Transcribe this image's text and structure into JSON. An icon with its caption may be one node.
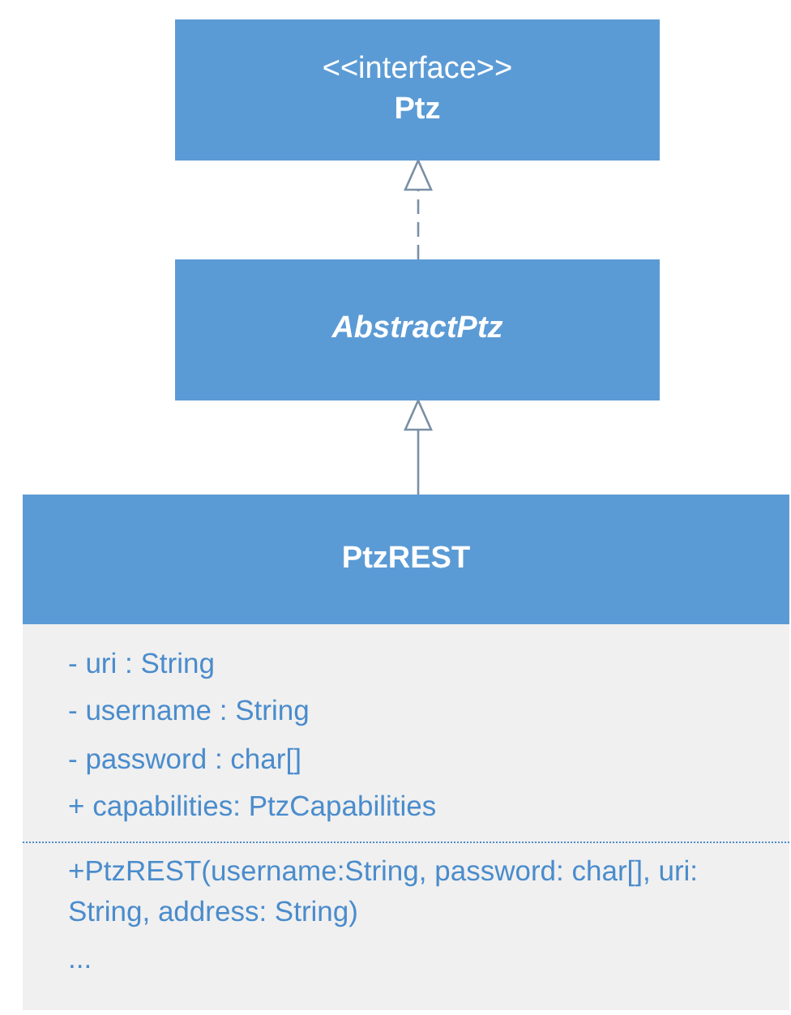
{
  "diagram": {
    "nodes": [
      {
        "text": [
          "<<interface>>",
          "Ptz"
        ]
      },
      {
        "text": [
          "AbstractPtz"
        ]
      },
      {
        "text": [
          "PtzREST",
          "- uri : String",
          "- username : String",
          "- password : char[]",
          "+ capabilities: PtzCapabilities",
          "+PtzREST(username:String, password: char[], uri: String, address: String)",
          "..."
        ]
      }
    ],
    "edges": [
      {
        "from": 1,
        "to": 0,
        "arrow": "to",
        "style": "dashed"
      },
      {
        "from": 2,
        "to": 1,
        "arrow": "to"
      }
    ]
  }
}
